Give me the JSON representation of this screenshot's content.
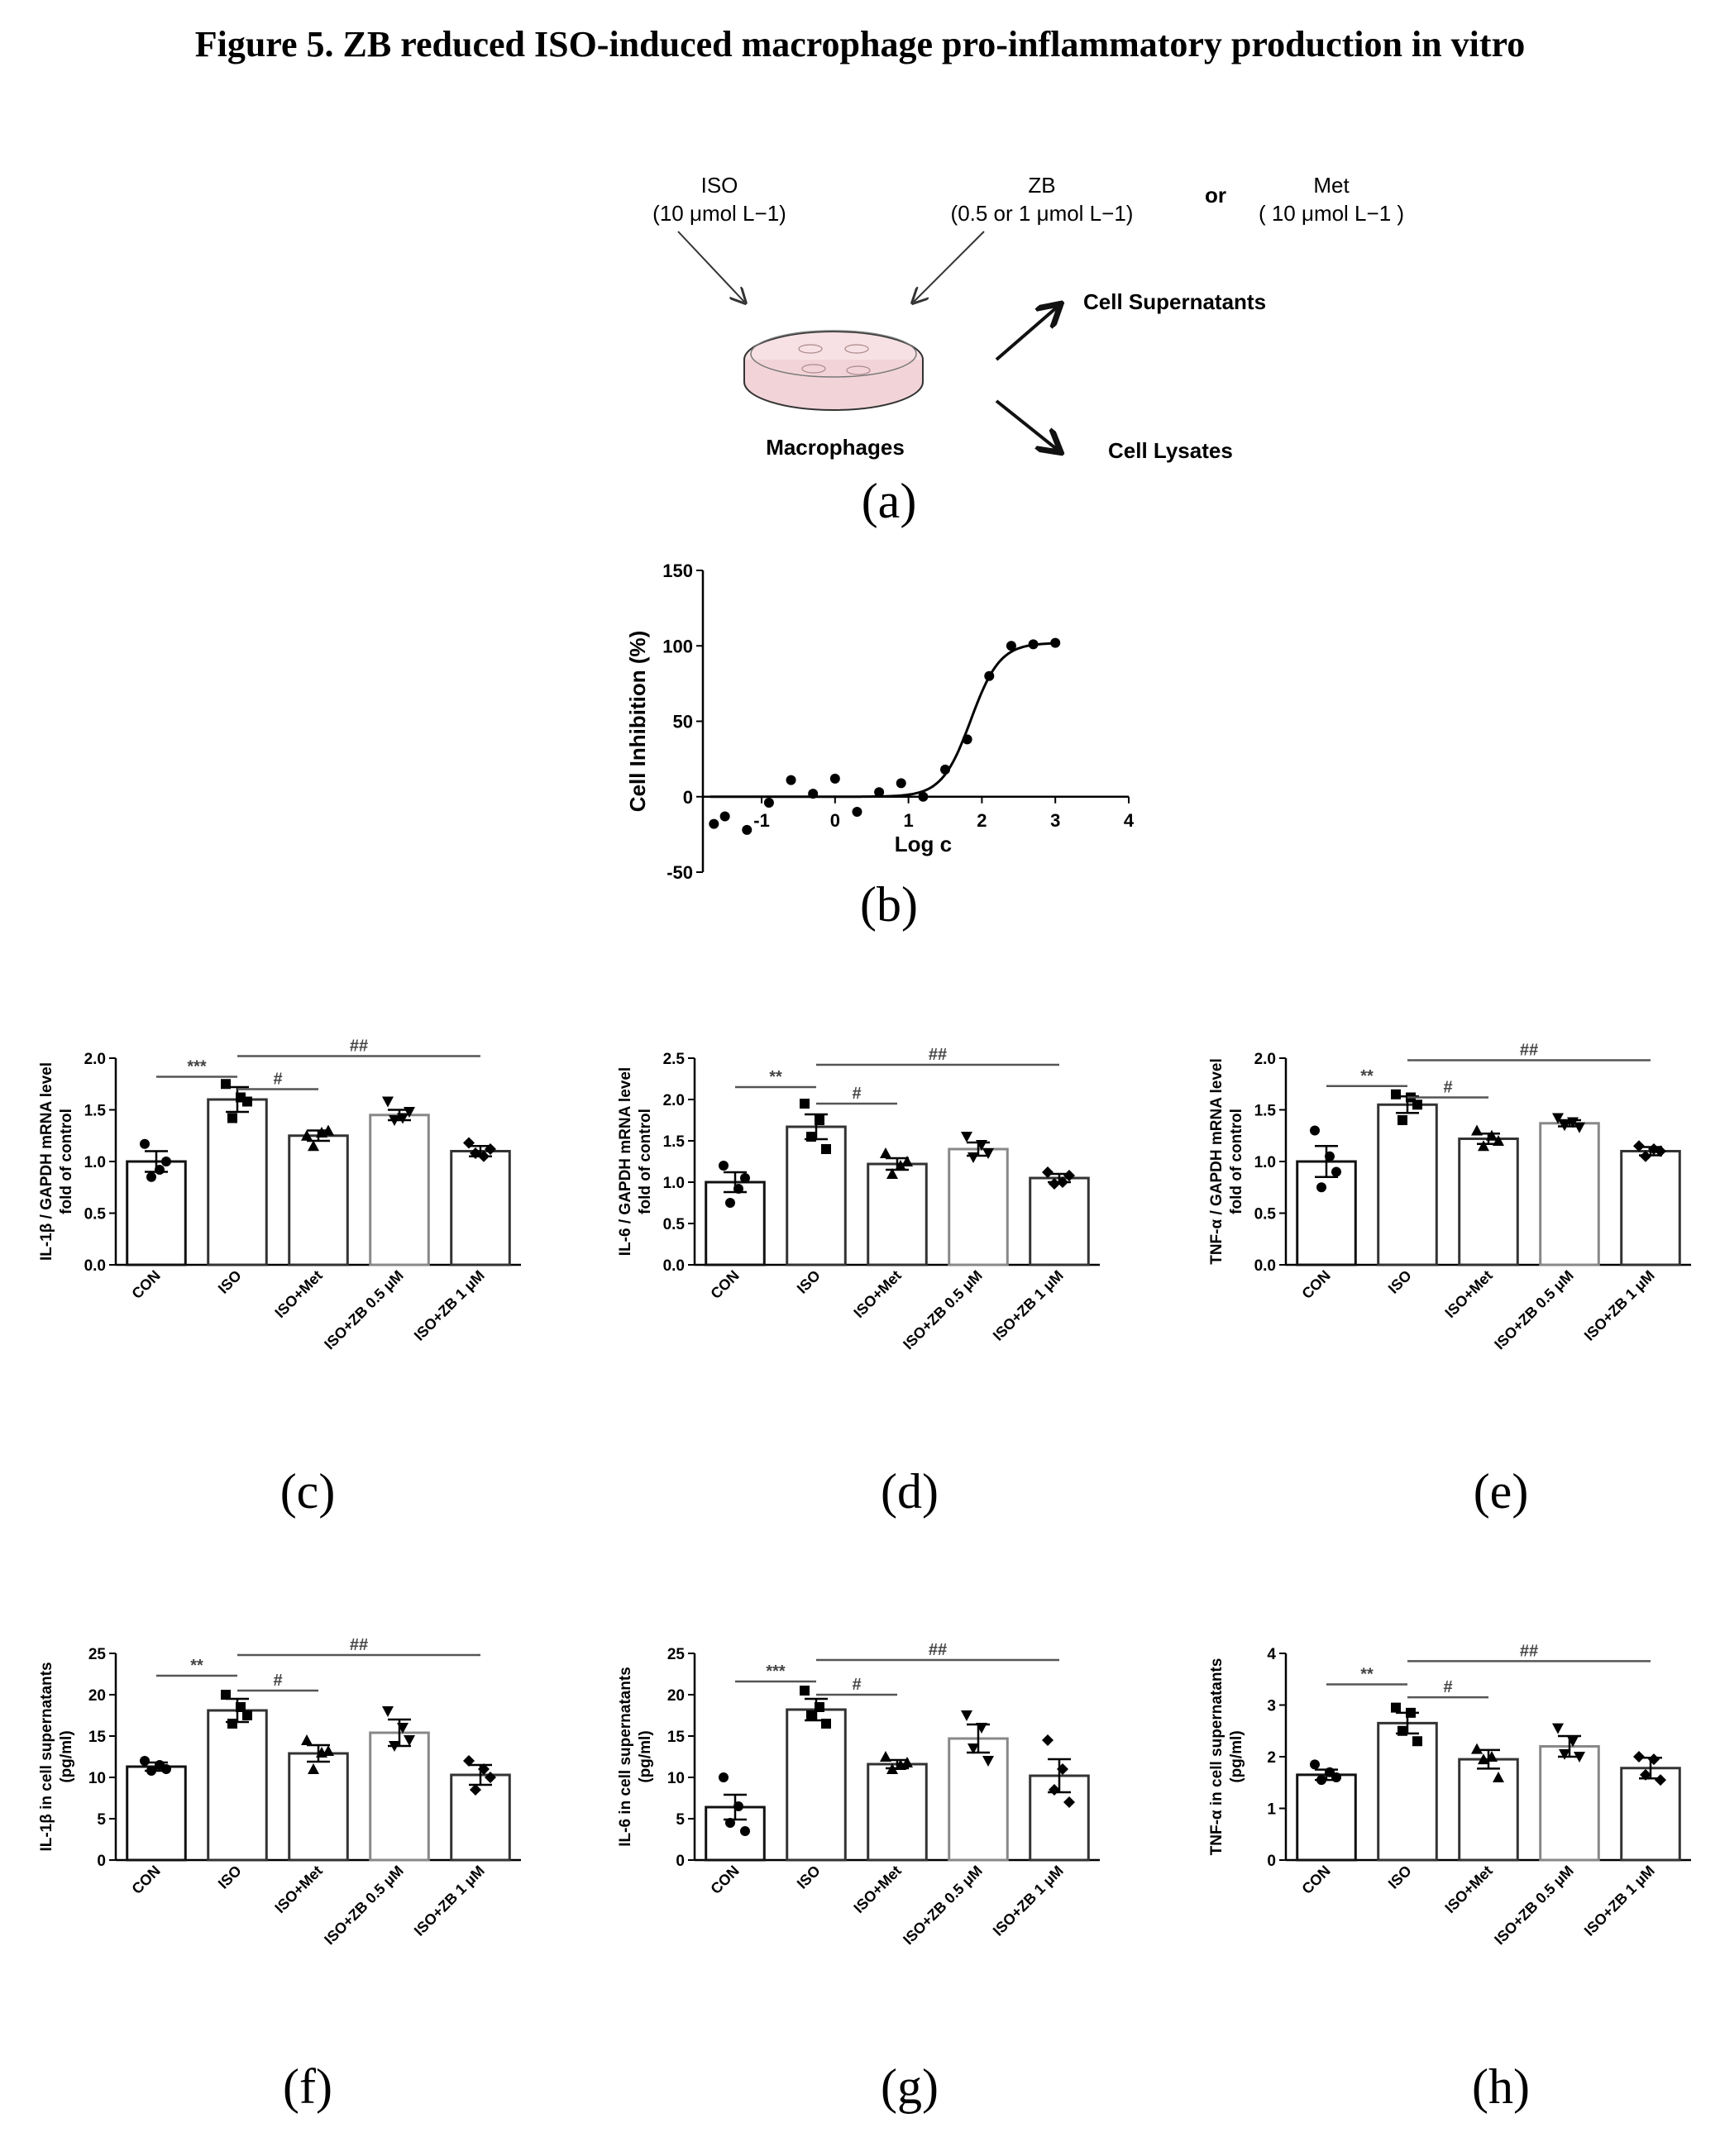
{
  "figure_title": "Figure 5. ZB reduced ISO-induced macrophage pro-inflammatory production in vitro",
  "schematic": {
    "iso_label": "ISO",
    "iso_conc": "(10 μmol L−1)",
    "zb_label": "ZB",
    "zb_conc": "(0.5 or 1 μmol L−1)",
    "or_text": "or",
    "met_label": "Met",
    "met_conc": "( 10 μmol L−1 )",
    "cells_label": "Macrophages",
    "out1": "Cell Supernatants",
    "out2": "Cell Lysates",
    "panel": "(a)"
  },
  "panel_labels": {
    "b": "(b)",
    "c": "(c)",
    "d": "(d)",
    "e": "(e)",
    "f": "(f)",
    "g": "(g)",
    "h": "(h)"
  },
  "chart_data": [
    {
      "id": "b",
      "type": "scatter",
      "ylabel": "Cell Inhibition (%)",
      "xlabel": "Log c",
      "xlim": [
        -1.8,
        4
      ],
      "ylim": [
        -50,
        150
      ],
      "xticks": [
        -1,
        0,
        1,
        2,
        3,
        4
      ],
      "yticks": [
        -50,
        0,
        50,
        100,
        150
      ],
      "points": [
        {
          "x": -1.65,
          "y": -18
        },
        {
          "x": -1.5,
          "y": -13
        },
        {
          "x": -1.2,
          "y": -22
        },
        {
          "x": -0.9,
          "y": -4
        },
        {
          "x": -0.6,
          "y": 11
        },
        {
          "x": -0.3,
          "y": 2
        },
        {
          "x": 0.0,
          "y": 12
        },
        {
          "x": 0.3,
          "y": -10
        },
        {
          "x": 0.6,
          "y": 3
        },
        {
          "x": 0.9,
          "y": 9
        },
        {
          "x": 1.2,
          "y": 0
        },
        {
          "x": 1.5,
          "y": 18
        },
        {
          "x": 1.8,
          "y": 38
        },
        {
          "x": 2.1,
          "y": 80
        },
        {
          "x": 2.4,
          "y": 100
        },
        {
          "x": 2.7,
          "y": 101
        },
        {
          "x": 3.0,
          "y": 102
        }
      ],
      "fit": {
        "bottom": 0,
        "top": 102,
        "logEC50": 1.85,
        "hill": 2.2,
        "x_from": -1.7,
        "x_to": 3.0
      }
    },
    {
      "id": "c",
      "type": "bar",
      "ylabel_lines": [
        "IL-1β / GAPDH mRNA level",
        "fold of control"
      ],
      "categories": [
        "CON",
        "ISO",
        "ISO+Met",
        "ISO+ZB 0.5 μM",
        "ISO+ZB 1 μM"
      ],
      "values": [
        1.0,
        1.6,
        1.25,
        1.45,
        1.1
      ],
      "errors": [
        0.1,
        0.12,
        0.05,
        0.05,
        0.05
      ],
      "points": [
        [
          1.17,
          0.92,
          0.85,
          1.0
        ],
        [
          1.75,
          1.62,
          1.42,
          1.58
        ],
        [
          1.25,
          1.28,
          1.15,
          1.3
        ],
        [
          1.58,
          1.42,
          1.4,
          1.48
        ],
        [
          1.18,
          1.05,
          1.08,
          1.12
        ]
      ],
      "ylim": [
        0,
        2.0
      ],
      "yticks": [
        "0.0",
        "0.5",
        "1.0",
        "1.5",
        "2.0"
      ],
      "sig": [
        {
          "from": 0,
          "to": 1,
          "label": "***",
          "y": 1.82
        },
        {
          "from": 1,
          "to": 2,
          "label": "#",
          "y": 1.7
        },
        {
          "from": 1,
          "to": 4,
          "label": "##",
          "y": 2.02
        }
      ]
    },
    {
      "id": "d",
      "type": "bar",
      "ylabel_lines": [
        "IL-6 / GAPDH mRNA level",
        "fold of control"
      ],
      "categories": [
        "CON",
        "ISO",
        "ISO+Met",
        "ISO+ZB 0.5 μM",
        "ISO+ZB 1 μM"
      ],
      "values": [
        1.0,
        1.67,
        1.22,
        1.4,
        1.05
      ],
      "errors": [
        0.12,
        0.15,
        0.07,
        0.08,
        0.05
      ],
      "points": [
        [
          1.2,
          0.92,
          0.75,
          1.05
        ],
        [
          1.95,
          1.75,
          1.55,
          1.4
        ],
        [
          1.35,
          1.2,
          1.1,
          1.25
        ],
        [
          1.55,
          1.45,
          1.3,
          1.35
        ],
        [
          1.12,
          1.0,
          0.98,
          1.08
        ]
      ],
      "ylim": [
        0,
        2.5
      ],
      "yticks": [
        "0.0",
        "0.5",
        "1.0",
        "1.5",
        "2.0",
        "2.5"
      ],
      "sig": [
        {
          "from": 0,
          "to": 1,
          "label": "**",
          "y": 2.15
        },
        {
          "from": 1,
          "to": 2,
          "label": "#",
          "y": 1.95
        },
        {
          "from": 1,
          "to": 4,
          "label": "##",
          "y": 2.42
        }
      ]
    },
    {
      "id": "e",
      "type": "bar",
      "ylabel_lines": [
        "TNF-α / GAPDH mRNA level",
        "fold of control"
      ],
      "categories": [
        "CON",
        "ISO",
        "ISO+Met",
        "ISO+ZB 0.5 μM",
        "ISO+ZB 1 μM"
      ],
      "values": [
        1.0,
        1.55,
        1.22,
        1.37,
        1.1
      ],
      "errors": [
        0.15,
        0.08,
        0.05,
        0.03,
        0.04
      ],
      "points": [
        [
          1.3,
          1.05,
          0.75,
          0.9
        ],
        [
          1.65,
          1.62,
          1.4,
          1.55
        ],
        [
          1.3,
          1.25,
          1.15,
          1.2
        ],
        [
          1.42,
          1.38,
          1.35,
          1.33
        ],
        [
          1.15,
          1.12,
          1.05,
          1.1
        ]
      ],
      "ylim": [
        0,
        2.0
      ],
      "yticks": [
        "0.0",
        "0.5",
        "1.0",
        "1.5",
        "2.0"
      ],
      "sig": [
        {
          "from": 0,
          "to": 1,
          "label": "**",
          "y": 1.73
        },
        {
          "from": 1,
          "to": 2,
          "label": "#",
          "y": 1.62
        },
        {
          "from": 1,
          "to": 4,
          "label": "##",
          "y": 1.98
        }
      ]
    },
    {
      "id": "f",
      "type": "bar",
      "ylabel_lines": [
        "IL-1β in cell supernatants",
        "(pg/ml)"
      ],
      "categories": [
        "CON",
        "ISO",
        "ISO+Met",
        "ISO+ZB 0.5 μM",
        "ISO+ZB 1 μM"
      ],
      "values": [
        11.3,
        18.1,
        12.9,
        15.4,
        10.3
      ],
      "errors": [
        0.5,
        1.4,
        1.0,
        1.6,
        1.2
      ],
      "points": [
        [
          12.0,
          11.5,
          10.8,
          11.0
        ],
        [
          20.0,
          18.5,
          16.5,
          17.5
        ],
        [
          14.5,
          13.0,
          11.0,
          13.2
        ],
        [
          18.0,
          16.0,
          13.8,
          14.5
        ],
        [
          12.0,
          11.0,
          8.5,
          10.0
        ]
      ],
      "ylim": [
        0,
        25
      ],
      "yticks": [
        "0",
        "5",
        "10",
        "15",
        "20",
        "25"
      ],
      "sig": [
        {
          "from": 0,
          "to": 1,
          "label": "**",
          "y": 22.3
        },
        {
          "from": 1,
          "to": 2,
          "label": "#",
          "y": 20.5
        },
        {
          "from": 1,
          "to": 4,
          "label": "##",
          "y": 24.8
        }
      ]
    },
    {
      "id": "g",
      "type": "bar",
      "ylabel_lines": [
        "IL-6 in cell supernatants",
        "(pg/ml)"
      ],
      "categories": [
        "CON",
        "ISO",
        "ISO+Met",
        "ISO+ZB 0.5 μM",
        "ISO+ZB 1 μM"
      ],
      "values": [
        6.4,
        18.2,
        11.6,
        14.7,
        10.2
      ],
      "errors": [
        1.5,
        1.3,
        0.5,
        1.7,
        2.0
      ],
      "points": [
        [
          10.0,
          6.5,
          4.5,
          3.5
        ],
        [
          20.5,
          18.5,
          17.5,
          16.5
        ],
        [
          12.5,
          11.5,
          11.0,
          11.8
        ],
        [
          17.5,
          16.0,
          13.5,
          12.0
        ],
        [
          14.5,
          11.0,
          8.5,
          7.0
        ]
      ],
      "ylim": [
        0,
        25
      ],
      "yticks": [
        "0",
        "5",
        "10",
        "15",
        "20",
        "25"
      ],
      "sig": [
        {
          "from": 0,
          "to": 1,
          "label": "***",
          "y": 21.6
        },
        {
          "from": 1,
          "to": 2,
          "label": "#",
          "y": 20.0
        },
        {
          "from": 1,
          "to": 4,
          "label": "##",
          "y": 24.2
        }
      ]
    },
    {
      "id": "h",
      "type": "bar",
      "ylabel_lines": [
        "TNF-α in cell supernatants",
        "(pg/ml)"
      ],
      "categories": [
        "CON",
        "ISO",
        "ISO+Met",
        "ISO+ZB 0.5 μM",
        "ISO+ZB 1 μM"
      ],
      "values": [
        1.65,
        2.65,
        1.95,
        2.2,
        1.78
      ],
      "errors": [
        0.1,
        0.2,
        0.18,
        0.2,
        0.2
      ],
      "points": [
        [
          1.85,
          1.7,
          1.55,
          1.6
        ],
        [
          2.95,
          2.85,
          2.5,
          2.3
        ],
        [
          2.15,
          2.0,
          1.95,
          1.6
        ],
        [
          2.55,
          2.3,
          2.05,
          2.0
        ],
        [
          2.0,
          1.95,
          1.65,
          1.55
        ]
      ],
      "ylim": [
        0,
        4
      ],
      "yticks": [
        "0",
        "1",
        "2",
        "3",
        "4"
      ],
      "sig": [
        {
          "from": 0,
          "to": 1,
          "label": "**",
          "y": 3.4
        },
        {
          "from": 1,
          "to": 2,
          "label": "#",
          "y": 3.15
        },
        {
          "from": 1,
          "to": 4,
          "label": "##",
          "y": 3.85
        }
      ]
    }
  ]
}
